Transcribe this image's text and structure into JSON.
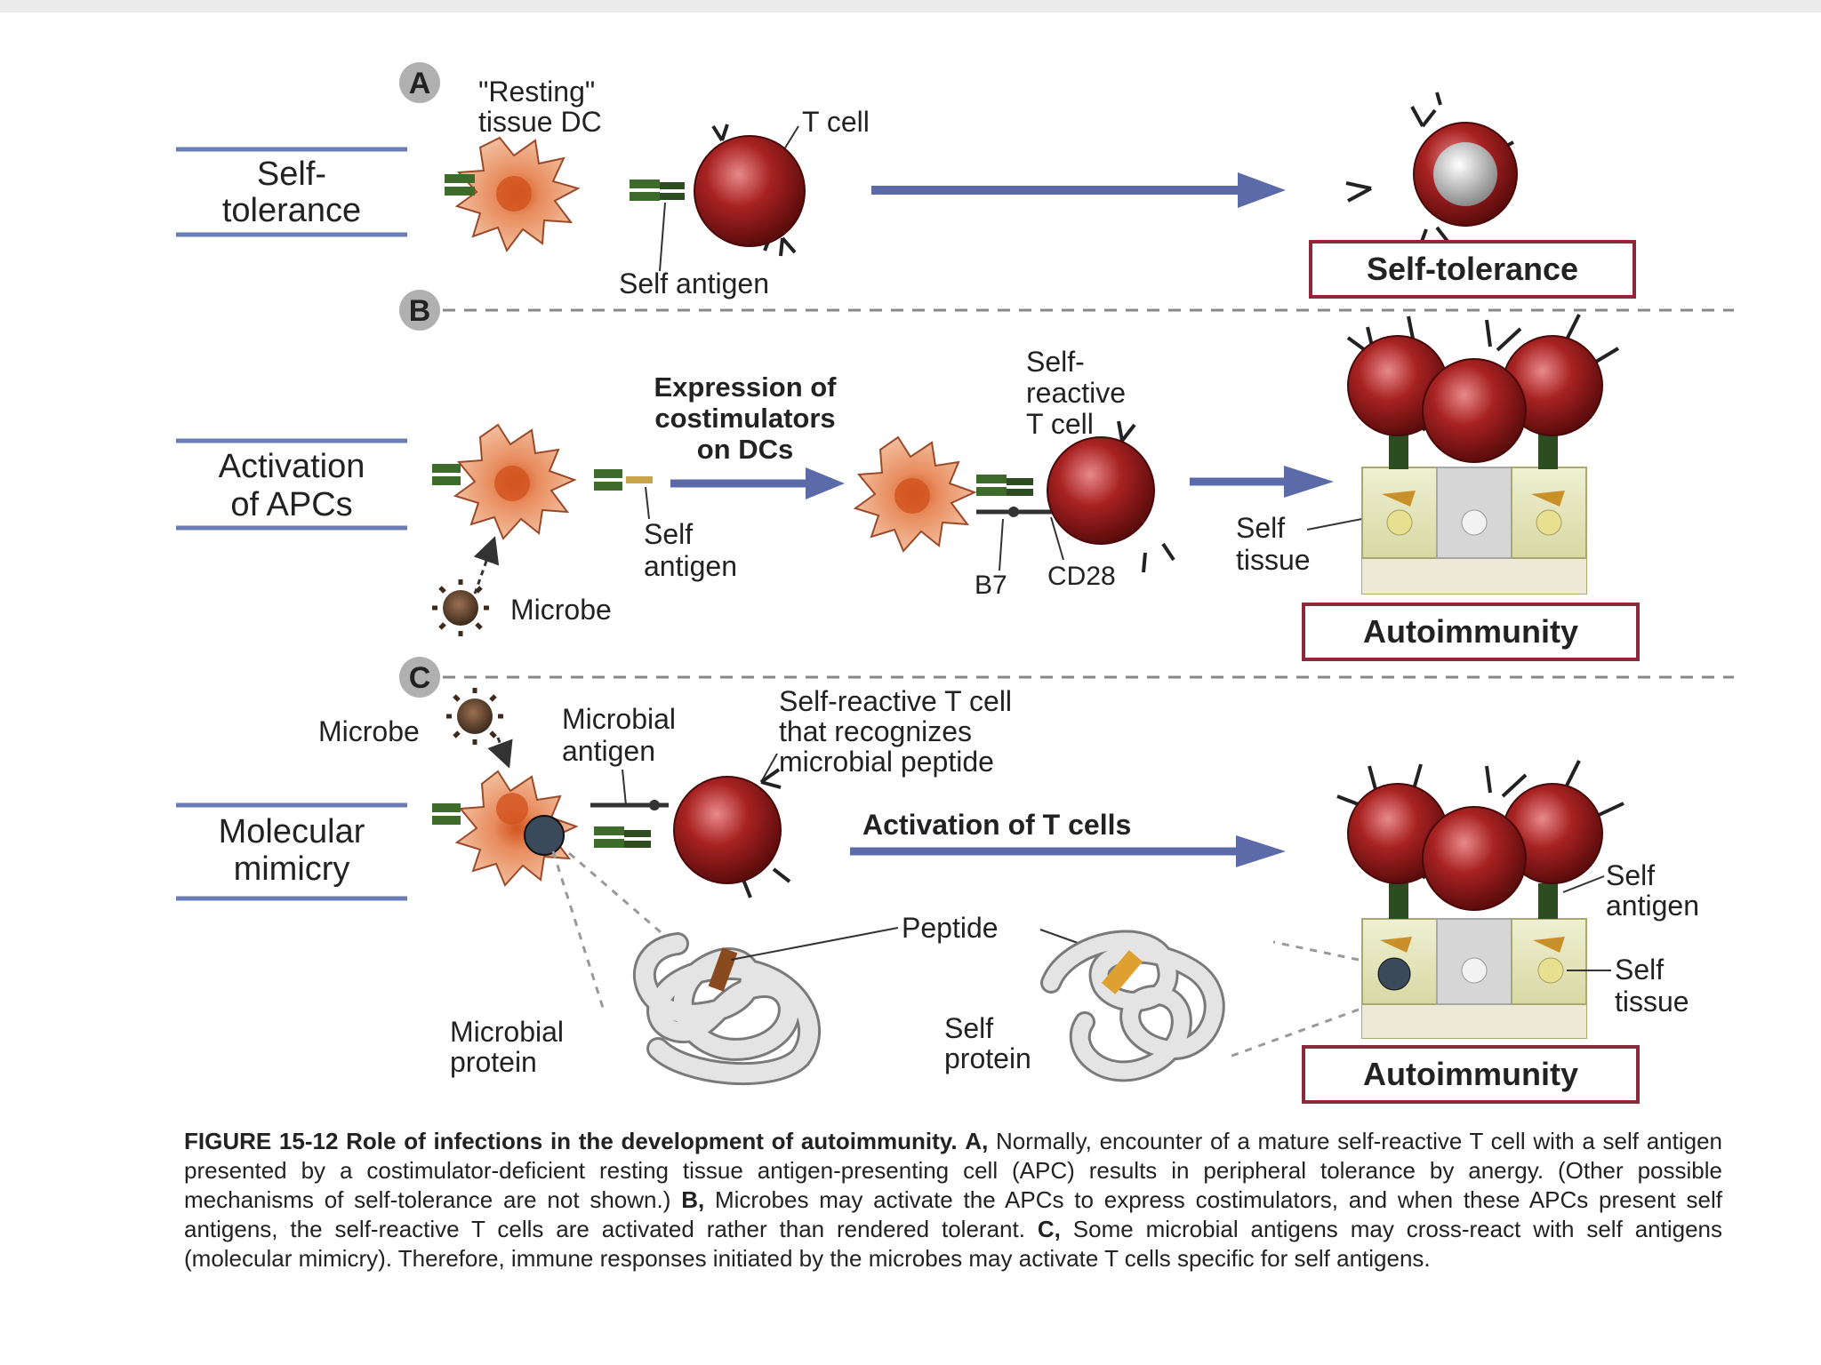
{
  "panels": {
    "A": {
      "letter": "A",
      "side_label": [
        "Self-",
        "tolerance"
      ],
      "resting_dc": [
        "\"Resting\"",
        "tissue DC"
      ],
      "t_cell": "T cell",
      "self_antigen": "Self antigen",
      "outcome": "Self-tolerance"
    },
    "B": {
      "letter": "B",
      "side_label": [
        "Activation",
        "of APCs"
      ],
      "self_antigen": [
        "Self",
        "antigen"
      ],
      "microbe": "Microbe",
      "expression": [
        "Expression of",
        "costimulators",
        "on DCs"
      ],
      "self_reactive": [
        "Self-",
        "reactive",
        "T cell"
      ],
      "b7": "B7",
      "cd28": "CD28",
      "self_tissue": [
        "Self",
        "tissue"
      ],
      "outcome": "Autoimmunity"
    },
    "C": {
      "letter": "C",
      "side_label": [
        "Molecular",
        "mimicry"
      ],
      "microbe": "Microbe",
      "microbial_antigen": [
        "Microbial",
        "antigen"
      ],
      "self_reactive": [
        "Self-reactive T cell",
        "that recognizes",
        "microbial peptide"
      ],
      "activation": "Activation of T cells",
      "peptide": "Peptide",
      "microbial_protein": [
        "Microbial",
        "protein"
      ],
      "self_protein": [
        "Self",
        "protein"
      ],
      "self_antigen": [
        "Self",
        "antigen"
      ],
      "self_tissue": [
        "Self",
        "tissue"
      ],
      "outcome": "Autoimmunity"
    }
  },
  "caption": {
    "title": "FIGURE 15-12 Role of infections in the development of autoimmunity.",
    "a_label": "A,",
    "a_text": "Normally, encounter of a mature self-reactive T cell with a self antigen presented by a costimulator-deficient resting tissue antigen-presenting cell (APC) results in peripheral tolerance by anergy. (Other possible mechanisms of self-tolerance are not shown.)",
    "b_label": "B,",
    "b_text": "Microbes may activate the APCs to express costimulators, and when these APCs present self antigens, the self-reactive T cells are activated rather than rendered tolerant.",
    "c_label": "C,",
    "c_text": "Some microbial antigens may cross-react with self antigens (molecular mimicry). Therefore, immune responses initiated by the microbes may activate T cells specific for self antigens."
  },
  "colors": {
    "t_cell": "#8c1a1a",
    "dendritic_cell": "#e0916a",
    "arrow": "#5b6aa8",
    "outcome_border": "#8a2a3a",
    "side_rule": "#6b7bb5"
  }
}
